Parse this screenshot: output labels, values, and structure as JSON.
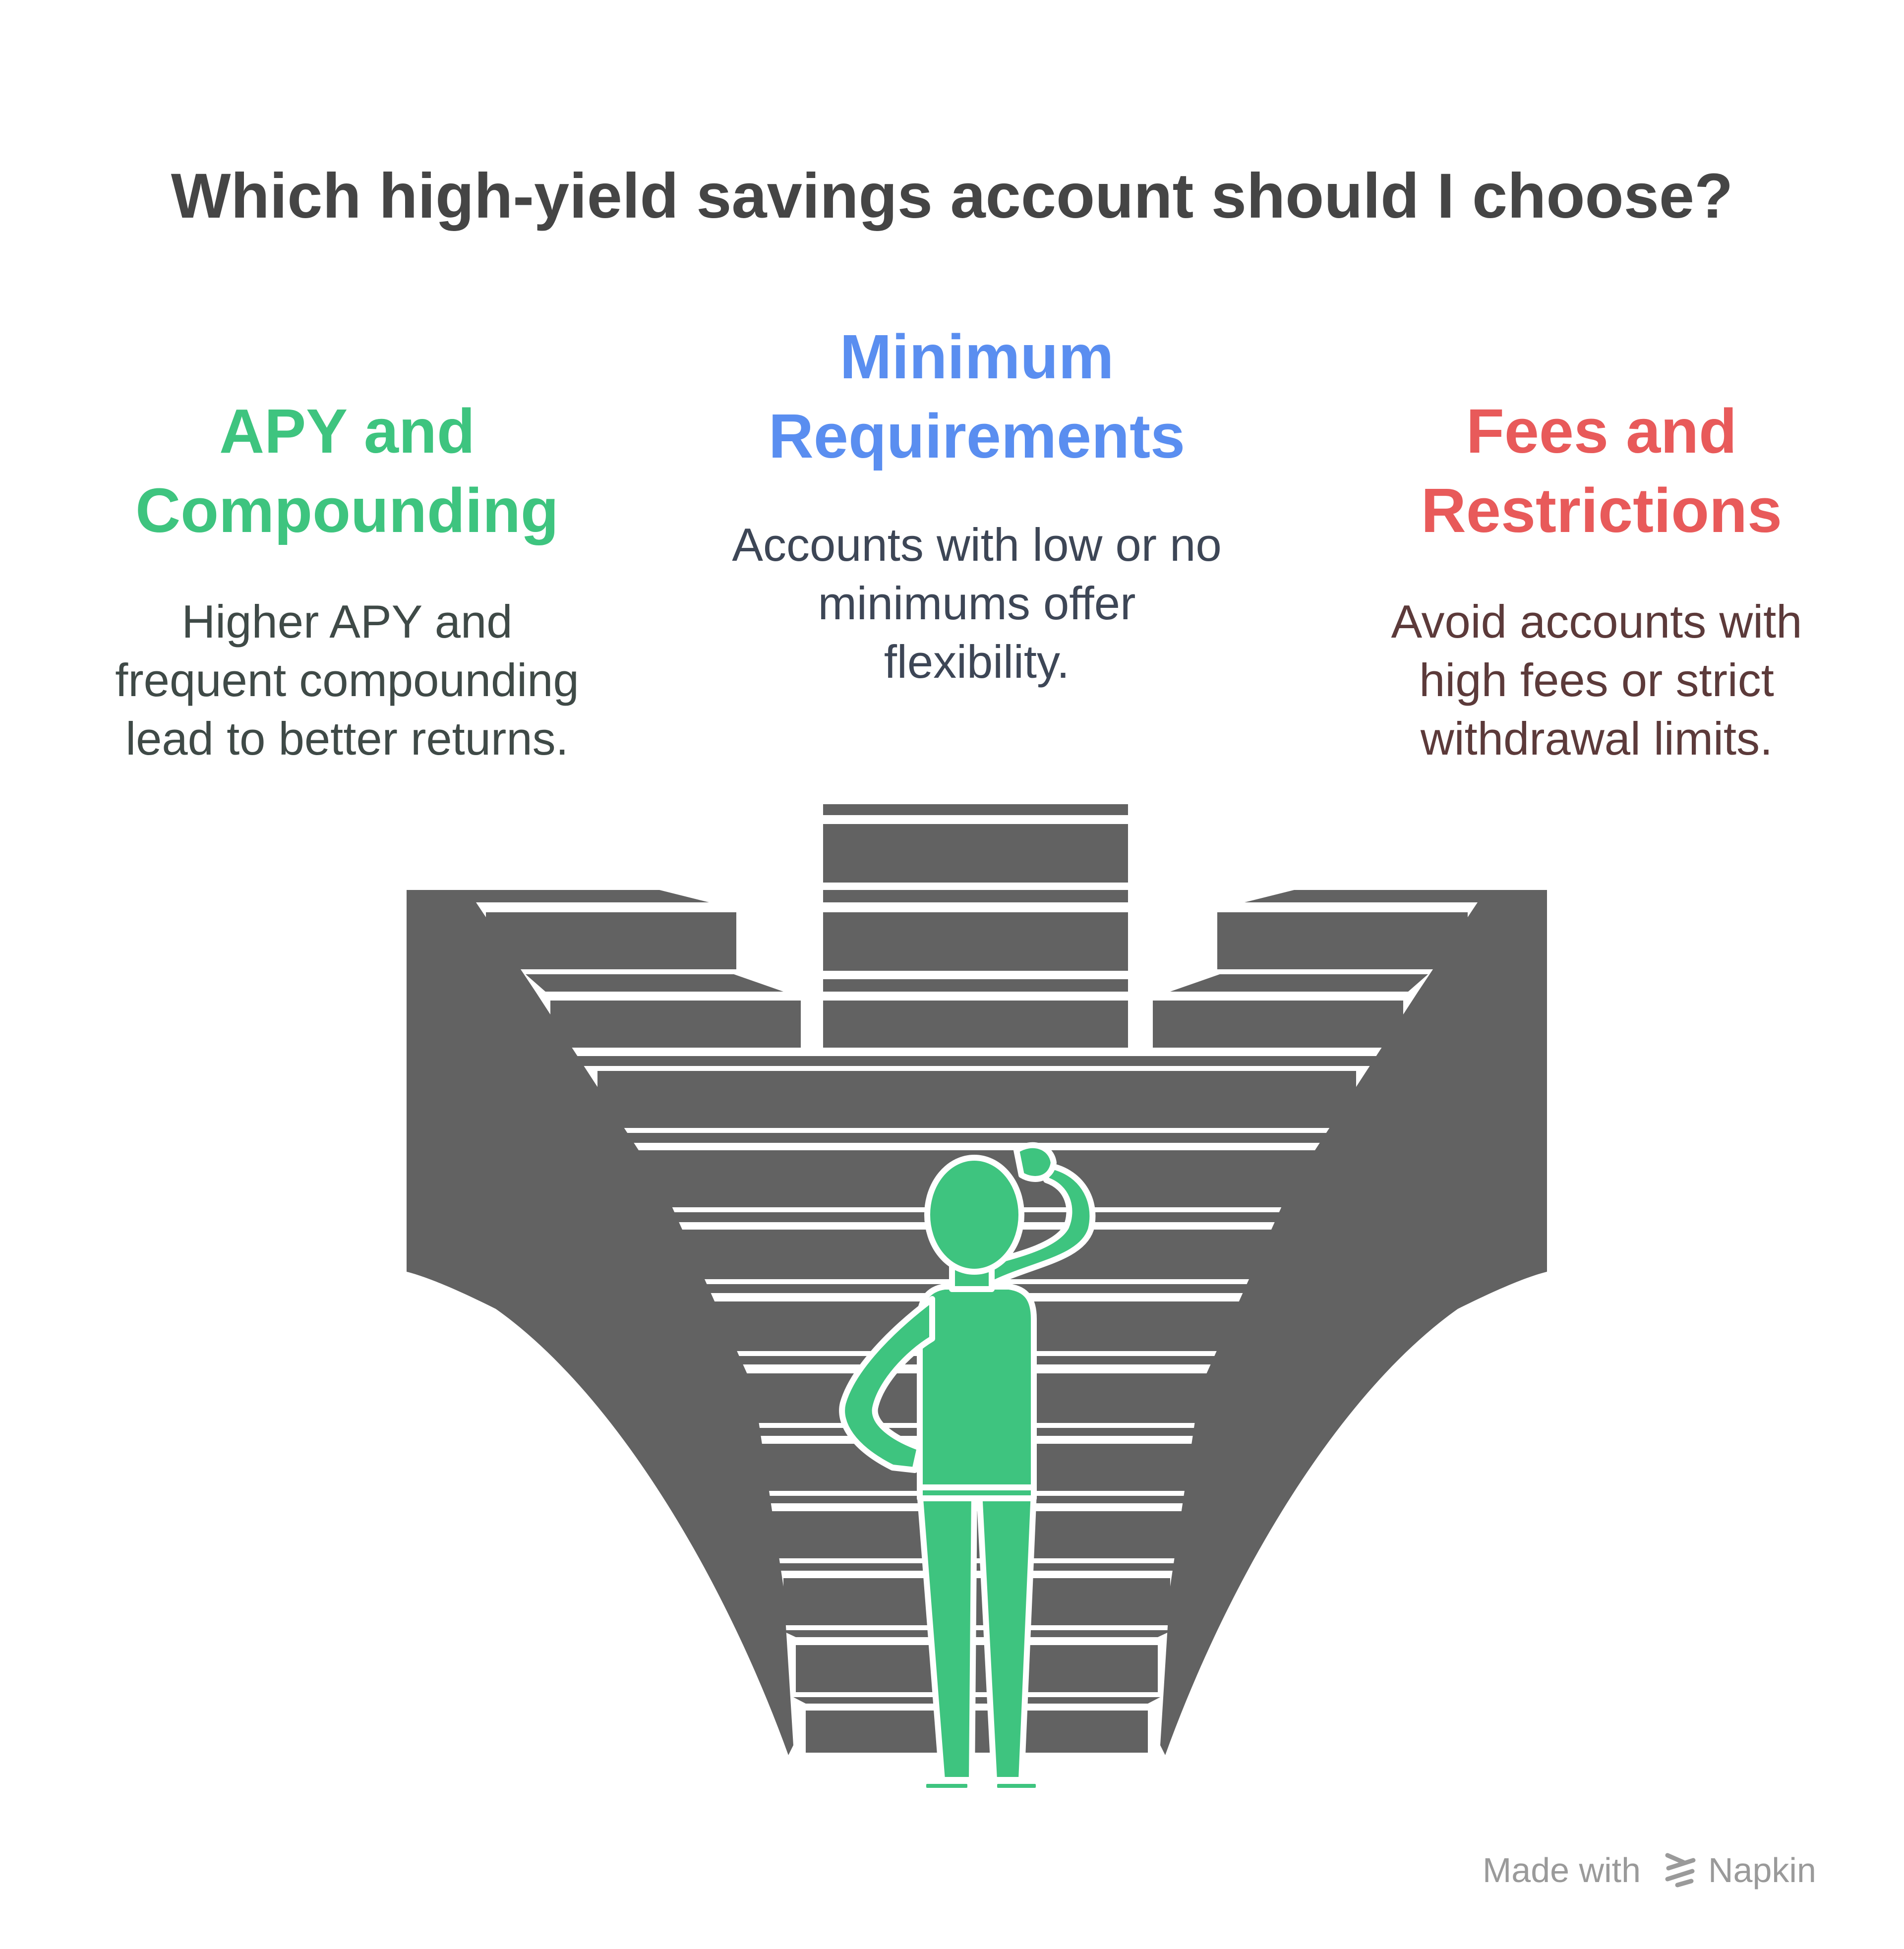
{
  "title": "Which high-yield savings account should I choose?",
  "options": [
    {
      "heading_line1": "APY and",
      "heading_line2": "Compounding",
      "desc_line1": "Higher APY and",
      "desc_line2": "frequent compounding",
      "desc_line3": "lead to better returns.",
      "color": "#3ec47f"
    },
    {
      "heading_line1": "Minimum",
      "heading_line2": "Requirements",
      "desc_line1": "Accounts with low or no",
      "desc_line2": "minimums offer",
      "desc_line3": "flexibility.",
      "color": "#5a8ef0"
    },
    {
      "heading_line1": "Fees and",
      "heading_line2": "Restrictions",
      "desc_line1": "Avoid accounts with",
      "desc_line2": "high fees or strict",
      "desc_line3": "withdrawal limits.",
      "color": "#e85a5a"
    }
  ],
  "footer": {
    "made_with": "Made with",
    "brand": "Napkin",
    "icon": "napkin-logo-icon"
  },
  "colors": {
    "stairs": "#626262",
    "figure": "#3ec47f",
    "title": "#454545"
  }
}
